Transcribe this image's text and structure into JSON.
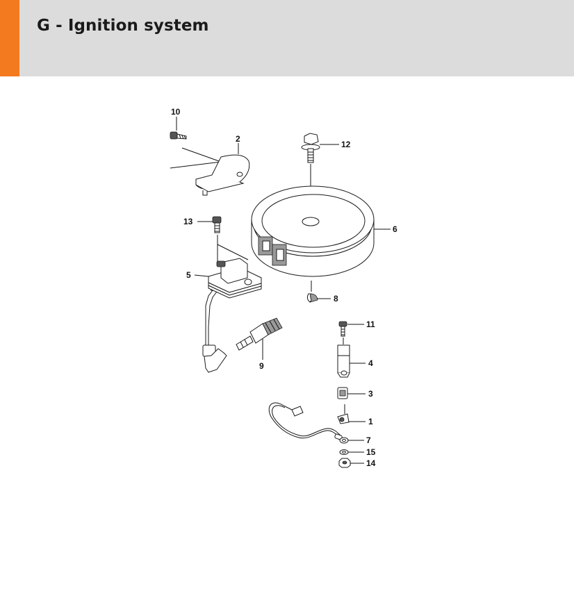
{
  "header": {
    "title": "G - Ignition system",
    "accent_color": "#f37a1f",
    "background_color": "#dcdcdc"
  },
  "callouts": {
    "c1": "1",
    "c2": "2",
    "c3": "3",
    "c4": "4",
    "c5": "5",
    "c6": "6",
    "c7": "7",
    "c8": "8",
    "c9": "9",
    "c10": "10",
    "c11": "11",
    "c12": "12",
    "c13": "13",
    "c14": "14",
    "c15": "15"
  }
}
